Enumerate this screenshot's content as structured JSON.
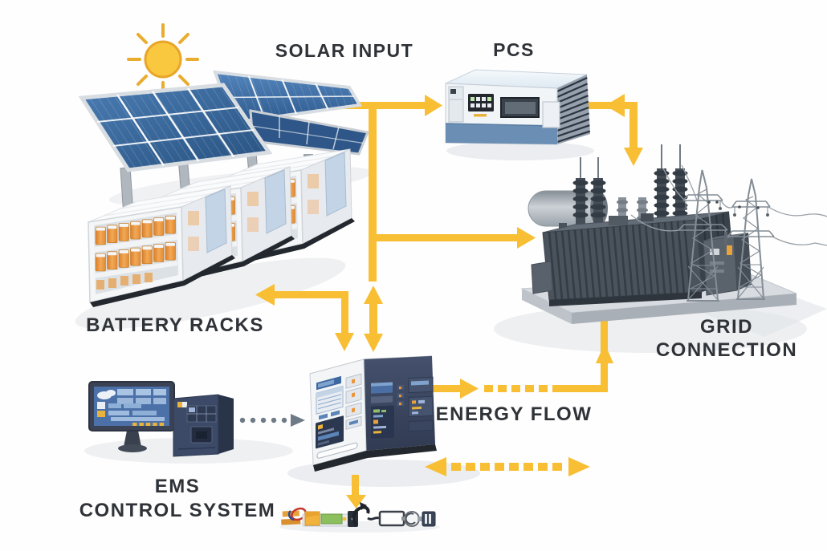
{
  "title": "Solar battery energy storage system diagram",
  "colors": {
    "background": "#fefefe",
    "accent_yellow": "#F8BE34",
    "label_text": "#2F3338",
    "dashed_gray": "#6E7A85",
    "panel_blue": "#35639B",
    "device_navy": "#3C4A68",
    "battery_orange": "#E8913C"
  },
  "labels": {
    "solar_input": "SOLAR INPUT",
    "pcs": "PCS",
    "battery_racks": "BATTERY RACKS",
    "grid_line1": "GRID",
    "grid_line2": "CONNECTION",
    "ems_line1": "EMS",
    "ems_line2": "CONTROL SYSTEM",
    "energy_flow": "ENERGY FLOW"
  },
  "nodes": [
    {
      "name": "sun-icon",
      "description": "sun with rays"
    },
    {
      "name": "solar-panels-icon",
      "description": "two tilted photovoltaic arrays on posts"
    },
    {
      "name": "battery-racks-icon",
      "description": "three container racks filled with orange battery modules"
    },
    {
      "name": "pcs-unit-icon",
      "description": "power conversion system box with control panel and vents"
    },
    {
      "name": "transformer-icon",
      "description": "substation transformer with bushings on platform"
    },
    {
      "name": "transmission-towers-icon",
      "description": "two lattice high-voltage towers with wires"
    },
    {
      "name": "ems-monitor-icon",
      "description": "monitor showing EMS dashboard"
    },
    {
      "name": "ems-server-icon",
      "description": "control server tower"
    },
    {
      "name": "ess-cabinet-icon",
      "description": "energy storage / inverter cabinet"
    },
    {
      "name": "meter-strip-icon",
      "description": "small metering devices row"
    }
  ],
  "connections": [
    {
      "from": "solar-panels",
      "to": "pcs",
      "style": "solid-arrow"
    },
    {
      "from": "solar-junction",
      "to": "ess-cabinet",
      "style": "solid-line-bidirectional"
    },
    {
      "from": "solar-junction",
      "to": "transformer",
      "style": "solid-arrow"
    },
    {
      "from": "pcs",
      "to": "transformer",
      "style": "solid-elbow-bidirectional"
    },
    {
      "from": "ess-cabinet",
      "to": "battery-racks",
      "style": "solid-elbow-arrows"
    },
    {
      "from": "ess-cabinet",
      "to": "transformer",
      "style": "solid-dashed-elbow-up"
    },
    {
      "from": "ess-cabinet",
      "to": "grid",
      "style": "dashed-double-arrow"
    },
    {
      "from": "ess-cabinet",
      "to": "meter-strip",
      "style": "solid-arrow-down"
    },
    {
      "from": "ems-control-system",
      "to": "ess-cabinet",
      "style": "gray-dotted-arrow"
    }
  ]
}
